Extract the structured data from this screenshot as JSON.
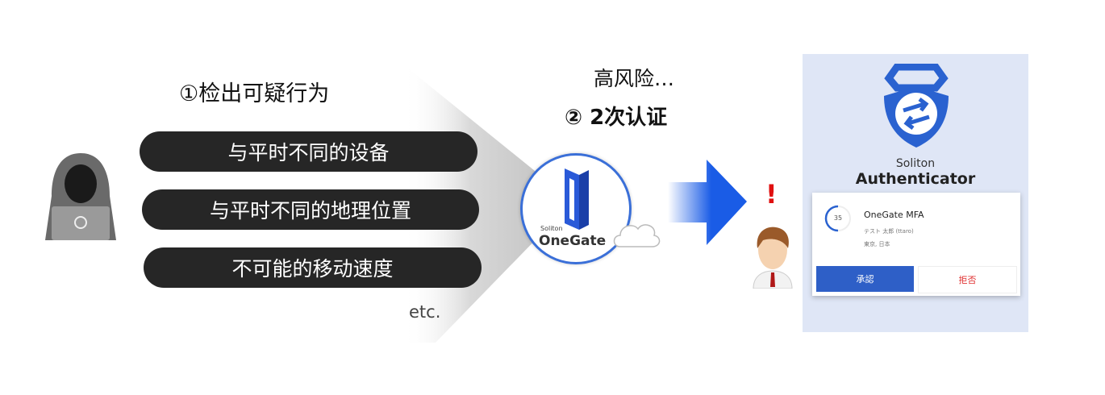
{
  "step1": {
    "label": "①检出可疑行为"
  },
  "behaviors": [
    "与平时不同的设备",
    "与平时不同的地理位置",
    "不可能的移动速度"
  ],
  "etc": "etc.",
  "risk": {
    "label": "高风险…"
  },
  "step2": {
    "label": "② 2次认证"
  },
  "onegate": {
    "brand": "Soliton",
    "name": "OneGate"
  },
  "alert": "!",
  "app": {
    "brand": "Soliton",
    "name": "Authenticator",
    "timer": "35",
    "title": "OneGate MFA",
    "user": "テスト 太郎 (ttaro)",
    "location": "東京, 日本",
    "approve": "承認",
    "deny": "拒否"
  },
  "colors": {
    "accent": "#1a5ce6",
    "pill": "#262626",
    "approve": "#2e5fc7",
    "deny": "#e03030"
  }
}
